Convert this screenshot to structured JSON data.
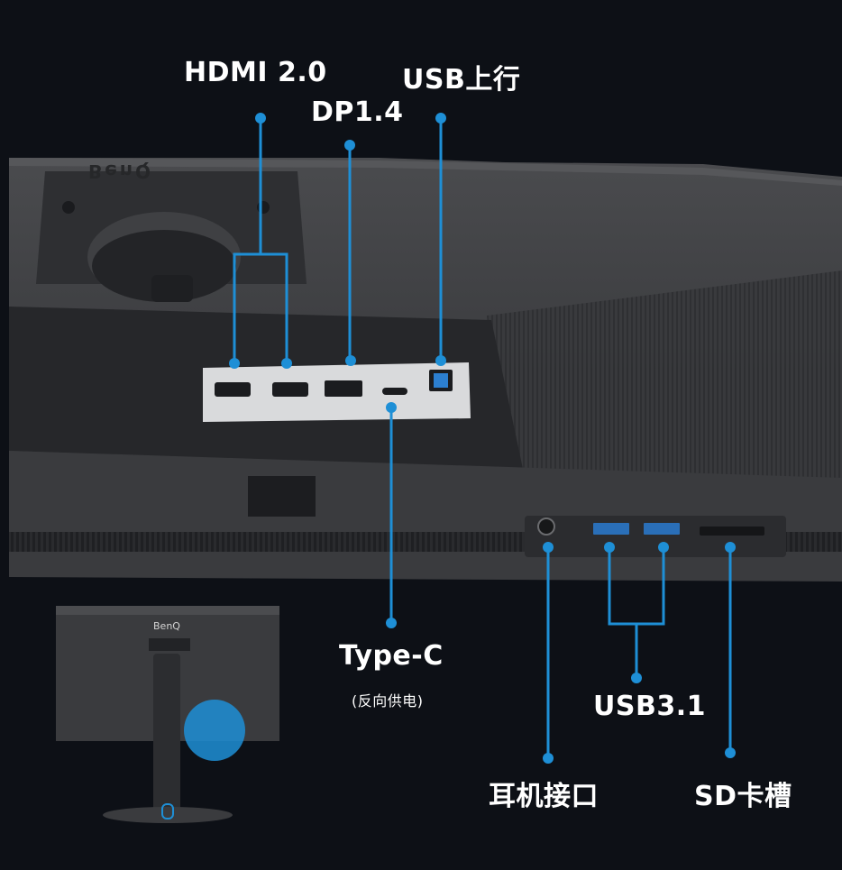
{
  "labels": {
    "hdmi": "HDMI 2.0",
    "dp": "DP1.4",
    "usb_up": "USB上行",
    "typec": "Type-C",
    "typec_note": "(反向供电)",
    "usb31": "USB3.1",
    "headphone": "耳机接口",
    "sd": "SD卡槽"
  },
  "brand": {
    "logo_text": "BenQ"
  },
  "colors": {
    "accent": "#1e8fd6",
    "background": "#0d1016",
    "monitor_body": "#3c3d40",
    "port_panel": "#d9dadc"
  }
}
